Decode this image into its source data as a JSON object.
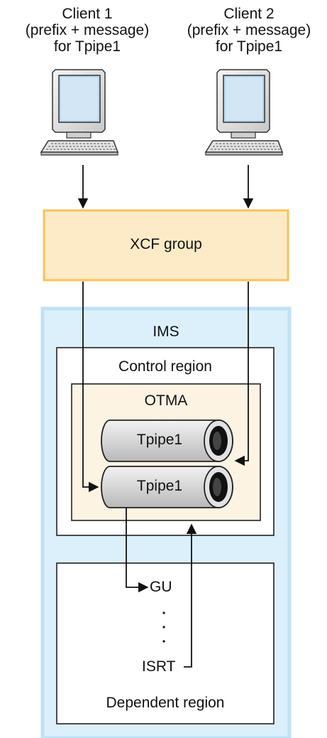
{
  "clients": [
    {
      "line1": "Client 1",
      "line2": "(prefix + message)",
      "line3": "for Tpipe1"
    },
    {
      "line1": "Client 2",
      "line2": "(prefix + message)",
      "line3": "for Tpipe1"
    }
  ],
  "xcf_group": {
    "label": "XCF group"
  },
  "ims": {
    "label": "IMS",
    "control_region": {
      "label": "Control region"
    },
    "otma": {
      "label": "OTMA"
    },
    "tpipes": [
      {
        "label": "Tpipe1"
      },
      {
        "label": "Tpipe1"
      }
    ],
    "dependent_region": {
      "label": "Dependent region",
      "calls": {
        "get": "GU",
        "insert": "ISRT"
      }
    }
  },
  "colors": {
    "xcf_fill": "#fdebc8",
    "xcf_border": "#f6c35a",
    "ims_fill": "#dcf0fb",
    "ims_border": "#bfe1f6",
    "otma_fill": "#fcf3e3",
    "pipe_fill": "#d9d9d9",
    "line": "#111111"
  }
}
